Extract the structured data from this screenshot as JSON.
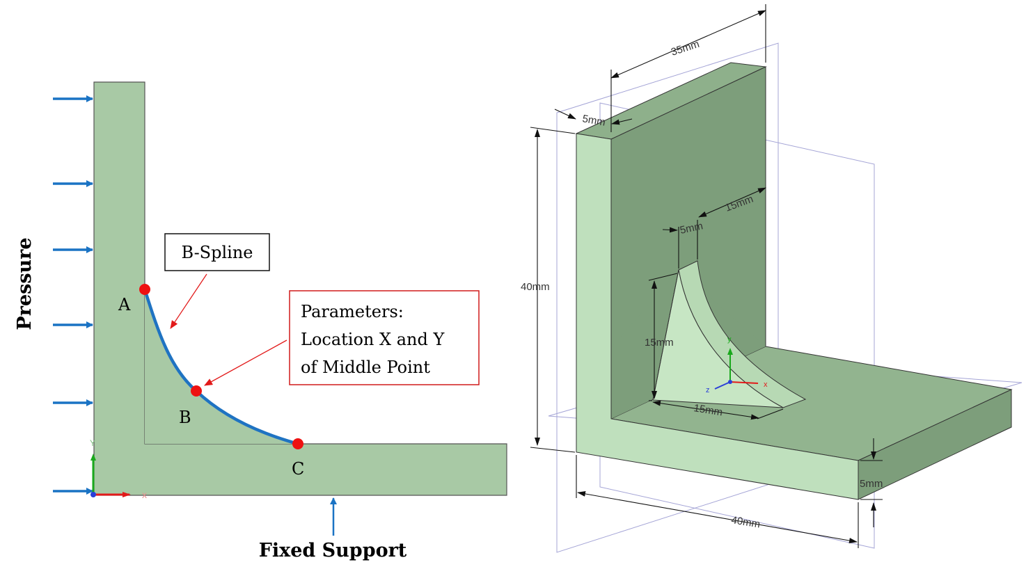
{
  "left_panel": {
    "load_label": "Pressure",
    "support_label": "Fixed Support",
    "curve_label": "B-Spline",
    "param_box": {
      "line1": "Parameters:",
      "line2": "Location X and Y",
      "line3": "of Middle Point"
    },
    "points": {
      "a": "A",
      "b": "B",
      "c": "C"
    },
    "axis": {
      "x": "x",
      "y": "Y"
    }
  },
  "right_panel": {
    "dims": {
      "width_top": "35mm",
      "thickness_top": "5mm",
      "height": "40mm",
      "rib_thickness": "5mm",
      "rib_offset": "15mm",
      "rib_height": "15mm",
      "rib_base": "15mm",
      "base_thickness": "5mm",
      "base_length": "40mm"
    },
    "triad": {
      "x": "x",
      "y": "y",
      "z": "z"
    }
  },
  "colors": {
    "body_fill": "#a8c9a5",
    "spline": "#1f73c2",
    "arrow": "#1a73c4",
    "point": "#ee1111",
    "param_border": "#d11a1a"
  }
}
